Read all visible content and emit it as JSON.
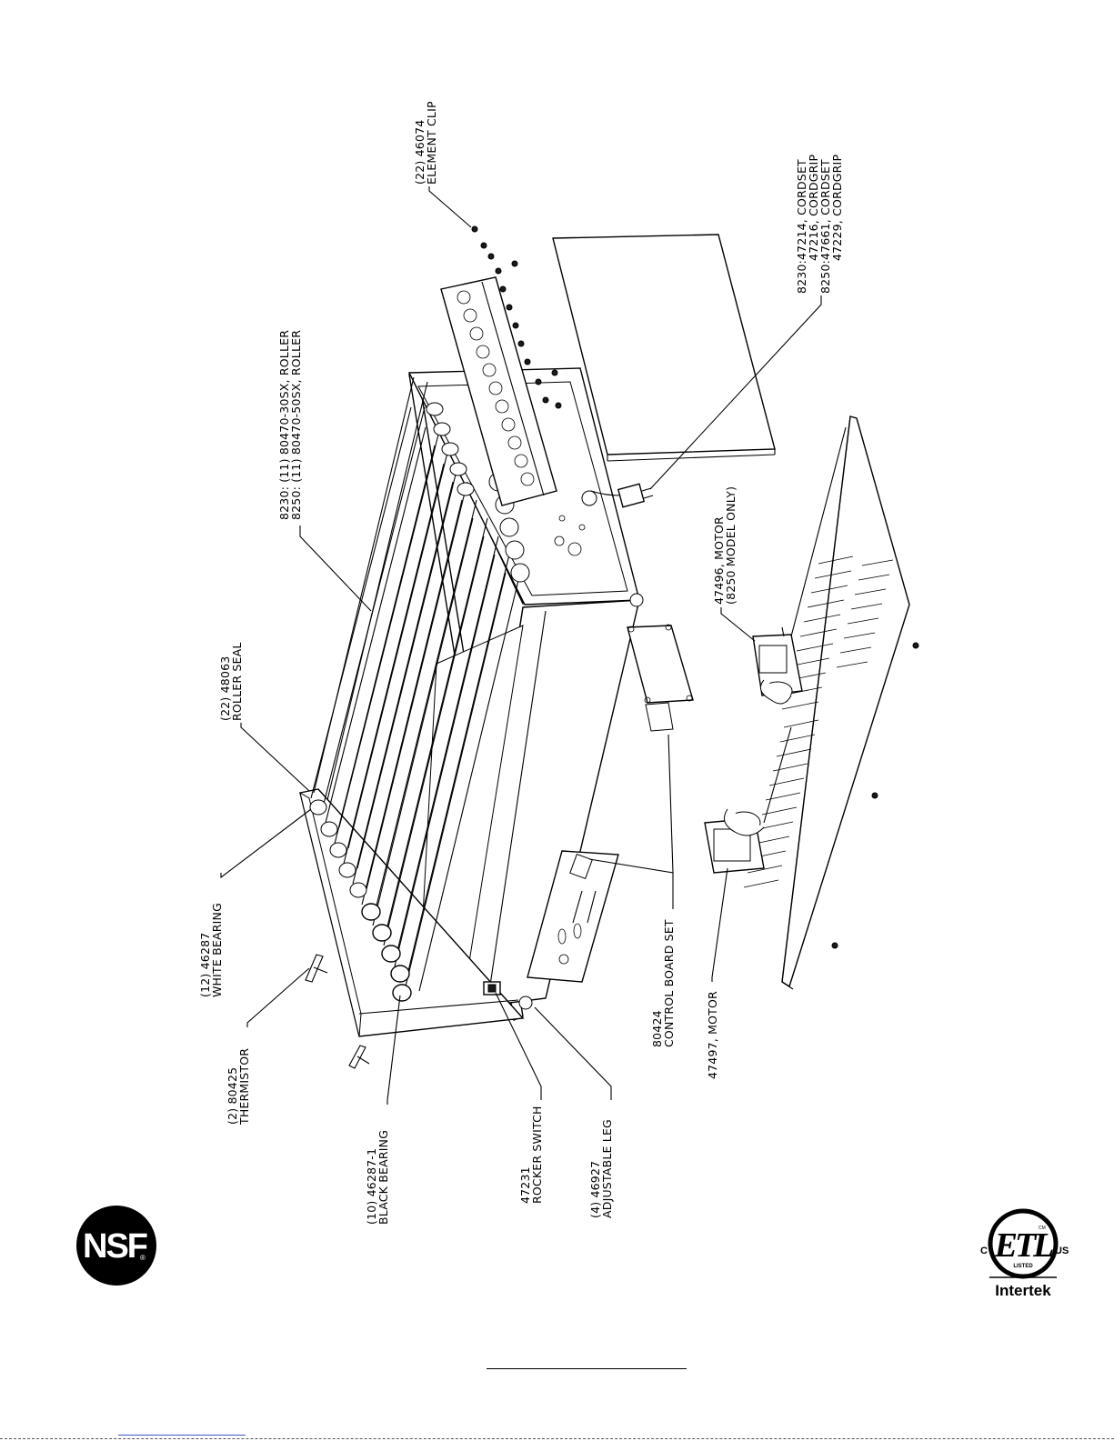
{
  "callouts": {
    "element_clip": [
      "(22) 46074",
      "ELEMENT CLIP"
    ],
    "cordset": [
      "8230:47214, CORDSET",
      "47216, CORDGRIP",
      "8250:47661, CORDSET",
      "47229, CORDGRIP"
    ],
    "roller": [
      "8230: (11) 80470-30SX, ROLLER",
      "8250: (11) 80470-50SX, ROLLER"
    ],
    "roller_seal": [
      "(22) 48063",
      "ROLLER SEAL"
    ],
    "motor_8250": [
      "47496, MOTOR",
      "(8250 MODEL ONLY)"
    ],
    "white_bearing": [
      "(12) 46287",
      "WHITE BEARING"
    ],
    "control_board": [
      "80424",
      "CONTROL BOARD SET"
    ],
    "thermistor": [
      "(2) 80425",
      "THERMISTOR"
    ],
    "motor": [
      "47497, MOTOR"
    ],
    "black_bearing": [
      "(10) 46287-1",
      "BLACK BEARING"
    ],
    "rocker_switch": [
      "47231",
      "ROCKER SWITCH"
    ],
    "adjustable_leg": [
      "(4) 46927",
      "ADJUSTABLE LEG"
    ]
  },
  "logos": {
    "nsf": "NSF",
    "nsf_mark": "®",
    "etl": "ETL",
    "etl_c": "C",
    "etl_us": "US",
    "etl_listed": "LISTED",
    "etl_cm": "CM",
    "intertek": "Intertek"
  }
}
